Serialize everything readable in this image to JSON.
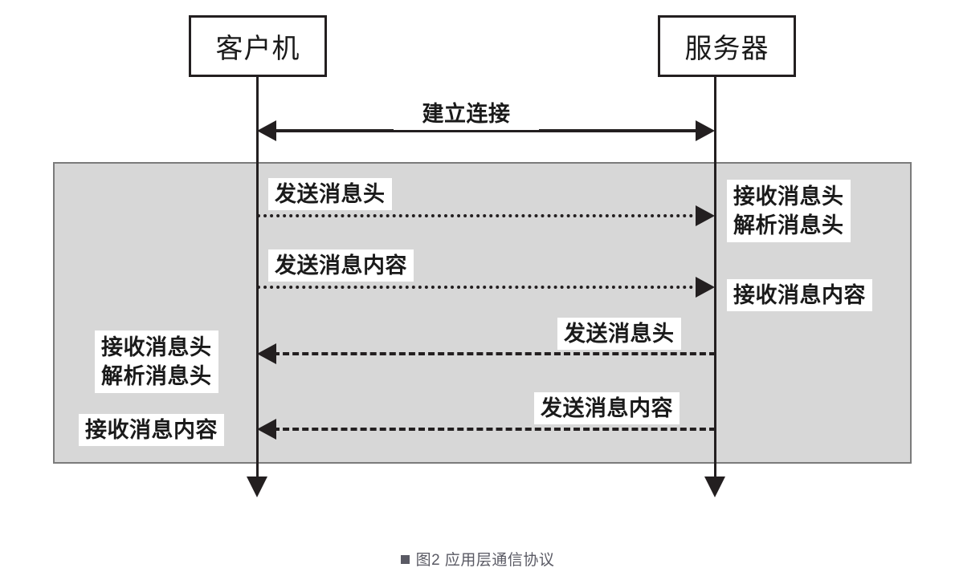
{
  "diagram": {
    "title_caption": "图2 应用层通信协议",
    "actors": [
      {
        "id": "client",
        "label": "客户机"
      },
      {
        "id": "server",
        "label": "服务器"
      }
    ],
    "messages": [
      {
        "id": "establish",
        "label": "建立连接",
        "style": "solid",
        "direction": "both"
      },
      {
        "id": "send-header",
        "label": "发送消息头",
        "style": "dotted",
        "direction": "right",
        "target_label": "接收消息头\n解析消息头"
      },
      {
        "id": "send-body",
        "label": "发送消息内容",
        "style": "dotted",
        "direction": "right",
        "target_label": "接收消息内容"
      },
      {
        "id": "reply-header",
        "label": "发送消息头",
        "style": "dashed",
        "direction": "left",
        "target_label": "接收消息头\n解析消息头"
      },
      {
        "id": "reply-body",
        "label": "发送消息内容",
        "style": "dashed",
        "direction": "left",
        "target_label": "接收消息内容"
      }
    ],
    "colors": {
      "line": "#231f20",
      "region_fill": "#d7d7d7",
      "region_border": "#7b7b7b",
      "caption_text": "#5a5a64",
      "page_background": "#ffffff"
    }
  }
}
